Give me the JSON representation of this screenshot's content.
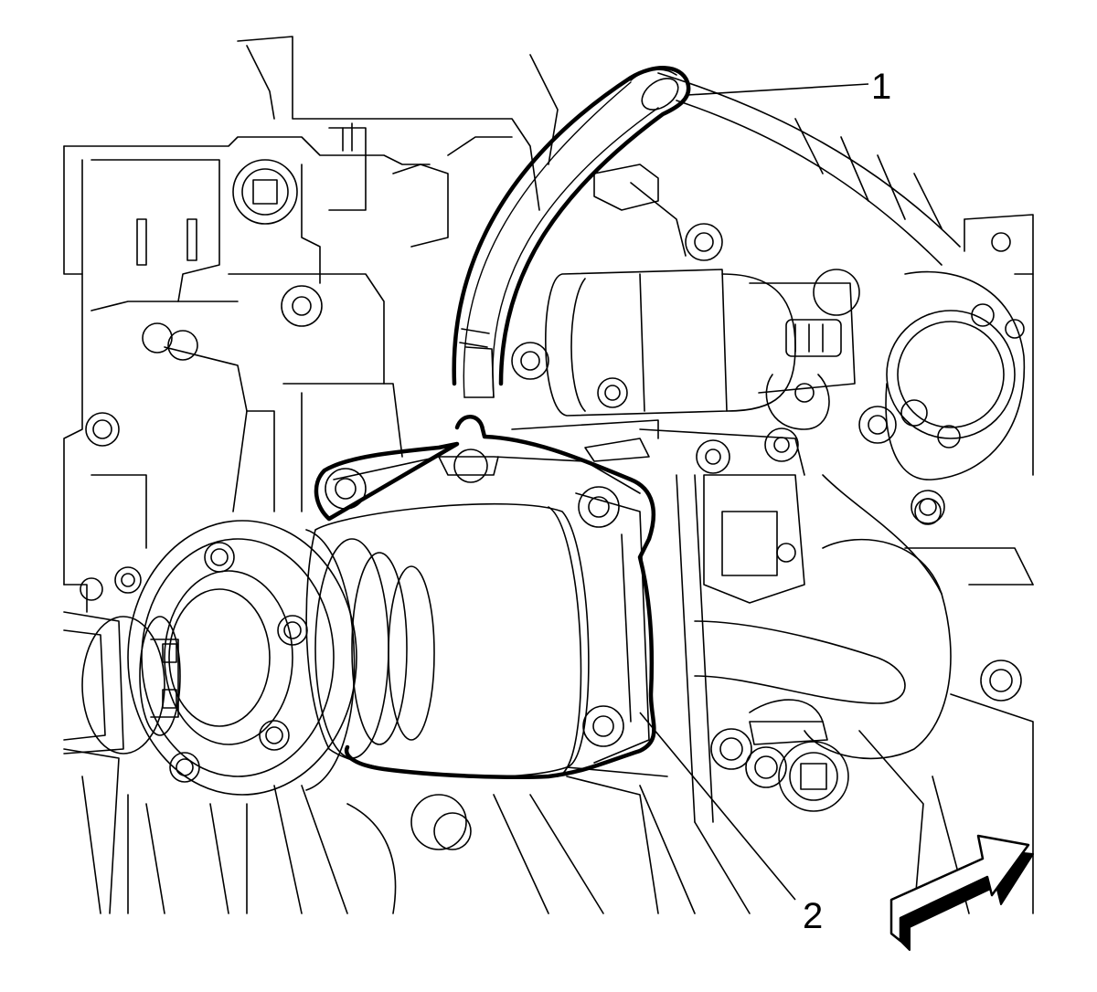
{
  "diagram": {
    "callouts": [
      {
        "id": "1",
        "label": "1"
      },
      {
        "id": "2",
        "label": "2"
      }
    ],
    "colors": {
      "line": "#000000",
      "fill": "#ffffff",
      "arrow_shadow": "#000000"
    },
    "icons": {
      "direction": "front-direction-arrow-icon"
    }
  }
}
